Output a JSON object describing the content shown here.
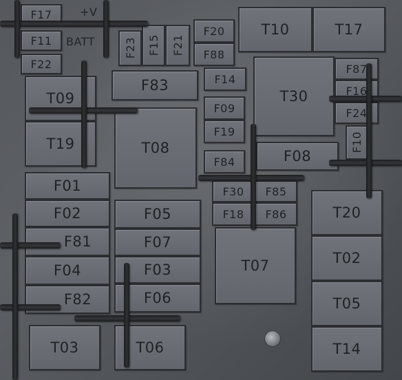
{
  "labels": {
    "T10": "T10",
    "T17": "T17",
    "F17": "F17",
    "BATT_PLUS": "+V",
    "F11": "F11",
    "BATT": "BATT",
    "F22": "F22",
    "F23": "F23",
    "F15": "F15",
    "F21": "F21",
    "F20": "F20",
    "F88": "F88",
    "F14": "F14",
    "T09": "T09",
    "T19": "T19",
    "F83": "F83",
    "T08": "T08",
    "F09": "F09",
    "F19": "F19",
    "F84": "F84",
    "T30": "T30",
    "F87": "F87",
    "F16": "F16",
    "F24": "F24",
    "F10": "F10",
    "F08": "F08",
    "F01": "F01",
    "F02": "F02",
    "F81": "F81",
    "F04": "F04",
    "F82": "F82",
    "F05": "F05",
    "F07": "F07",
    "F03": "F03",
    "F06": "F06",
    "F30": "F30",
    "F85": "F85",
    "F18": "F18",
    "F86": "F86",
    "T07": "T07",
    "T20": "T20",
    "T02": "T02",
    "T05": "T05",
    "T14": "T14",
    "T03": "T03",
    "T06": "T06"
  }
}
